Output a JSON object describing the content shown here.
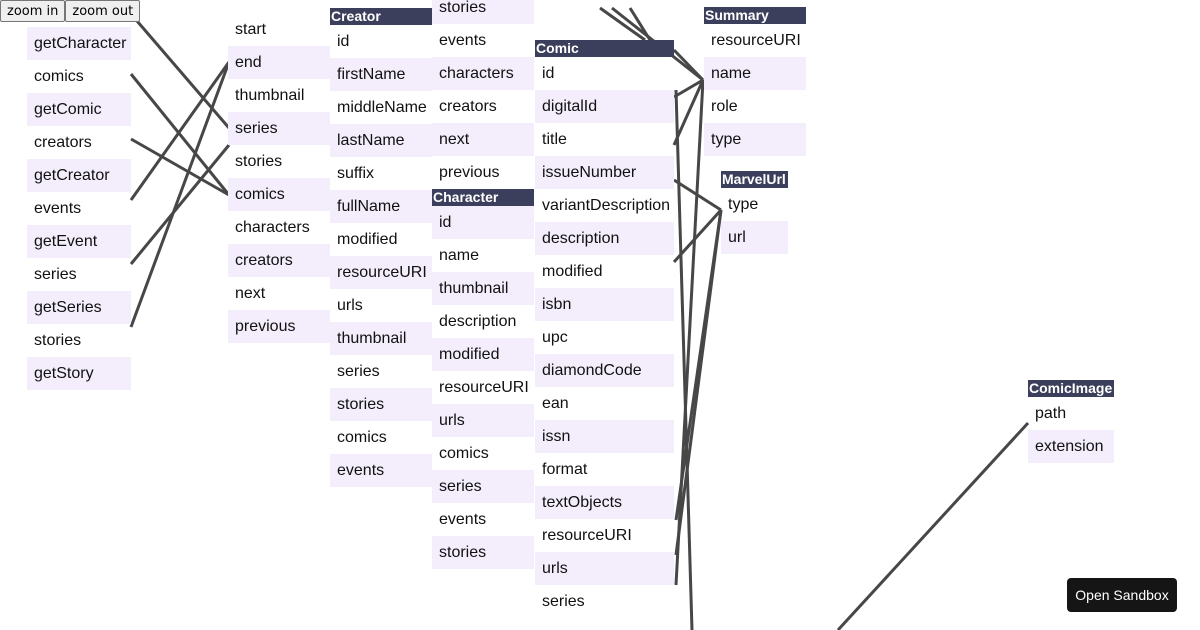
{
  "toolbar": {
    "zoom_in": "zoom in",
    "zoom_out": "zoom out"
  },
  "sandbox_label": "Open Sandbox",
  "nodes": {
    "query": {
      "fields": [
        "getCharacter",
        "comics",
        "getComic",
        "creators",
        "getCreator",
        "events",
        "getEvent",
        "series",
        "getSeries",
        "stories",
        "getStory"
      ]
    },
    "pager": {
      "fields": [
        "start",
        "end",
        "thumbnail",
        "series",
        "stories",
        "comics",
        "characters",
        "creators",
        "next",
        "previous"
      ]
    },
    "creator": {
      "title": "Creator",
      "fields": [
        "id",
        "firstName",
        "middleName",
        "lastName",
        "suffix",
        "fullName",
        "modified",
        "resourceURI",
        "urls",
        "thumbnail",
        "series",
        "stories",
        "comics",
        "events"
      ]
    },
    "partial": {
      "fields": [
        "stories",
        "events",
        "characters",
        "creators",
        "next",
        "previous"
      ]
    },
    "character": {
      "title": "Character",
      "fields": [
        "id",
        "name",
        "thumbnail",
        "description",
        "modified",
        "resourceURI",
        "urls",
        "comics",
        "series",
        "events",
        "stories"
      ]
    },
    "comic": {
      "title": "Comic",
      "fields": [
        "id",
        "digitalId",
        "title",
        "issueNumber",
        "variantDescription",
        "description",
        "modified",
        "isbn",
        "upc",
        "diamondCode",
        "ean",
        "issn",
        "format",
        "textObjects",
        "resourceURI",
        "urls",
        "series"
      ]
    },
    "summary": {
      "title": "Summary",
      "fields": [
        "resourceURI",
        "name",
        "role",
        "type"
      ]
    },
    "marvelurl": {
      "title": "MarvelUrl",
      "fields": [
        "type",
        "url"
      ]
    },
    "comicimage": {
      "title": "ComicImage",
      "fields": [
        "path",
        "extension"
      ]
    }
  }
}
